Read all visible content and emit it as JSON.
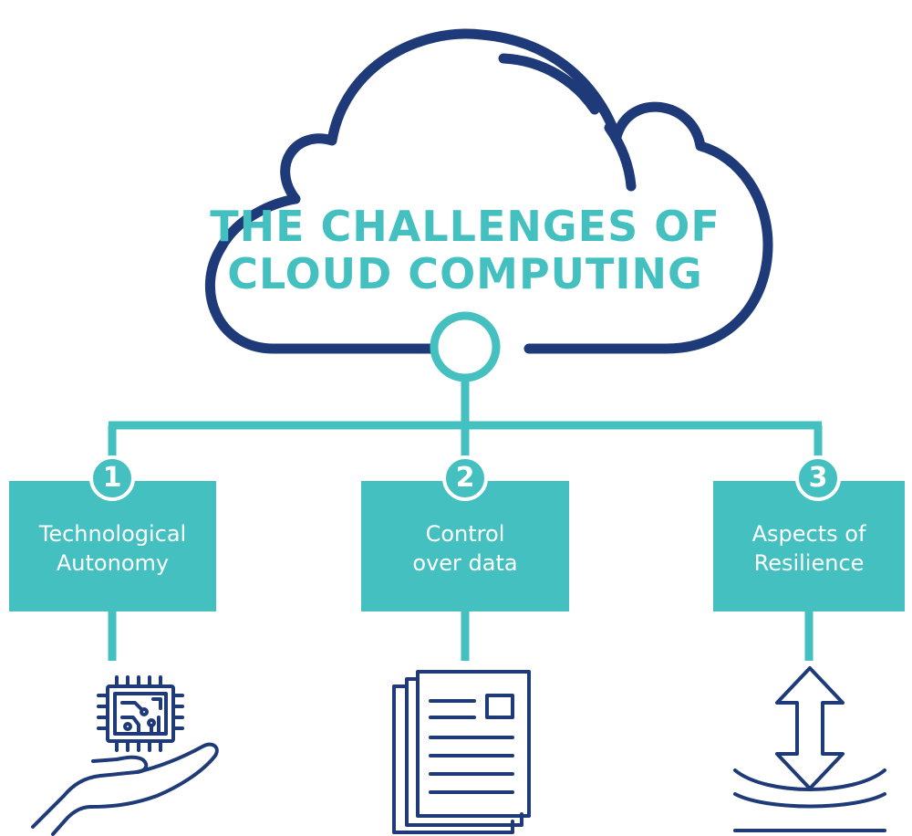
{
  "title": {
    "line1": "THE CHALLENGES OF",
    "line2": "CLOUD COMPUTING"
  },
  "items": [
    {
      "number": "1",
      "line1": "Technological",
      "line2": "Autonomy",
      "icon": "chip-in-hand-icon"
    },
    {
      "number": "2",
      "line1": "Control",
      "line2": "over data",
      "icon": "documents-icon"
    },
    {
      "number": "3",
      "line1": "Aspects of",
      "line2": "Resilience",
      "icon": "flex-arrow-icon"
    }
  ],
  "colors": {
    "teal": "#45c0c1",
    "navy": "#1f3a78",
    "white": "#ffffff"
  }
}
